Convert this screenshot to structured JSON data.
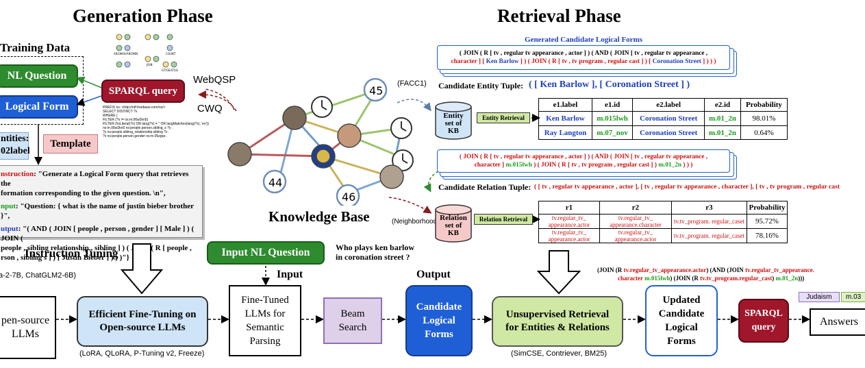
{
  "generation": {
    "title": "Generation Phase",
    "training_data": "Training Data",
    "nl_question": "NL Question",
    "logical_form": "Logical Form",
    "sparql_query": "SPARQL query",
    "entities_label": "ntities:",
    "entities_sub": "02label",
    "template": "Template",
    "webqsp": "WebQSP",
    "cwq": "CWQ",
    "sparql_code": [
      "PREFIX ns: <http://rdf.freebase.com/ns/>",
      "SELECT DISTINCT ?x",
      "WHERE {",
      "FILTER (?x != ns:m.06w2kn5)",
      "FILTER (!isLiteral(?x) OR lang(?x) = '' OR langMatches(lang(?x), 'en'))",
      "ns:m.06w2kn5 ns:people.person.sibling_s ?y .",
      "?y ns:people.sibling_relationship.sibling ?x .",
      "?x ns:people.person.gender ns:m.05zppz ."
    ],
    "tree_labels": [
      "ARGMAX/ARGMIN",
      "COUNT",
      "JOIN",
      "GT/GE/LT/LE"
    ],
    "instruction": {
      "key1": "nstruction",
      "val1": ": \"Generate a Logical Form query that retrieves the",
      "val1b": "formation corresponding to the given question. \\n\",",
      "key2": "nput",
      "val2": ": \"Question: { what is the name of justin bieber brother }\",",
      "key3": "utput",
      "val3": ": \"( AND ( JOIN [ people , person , gender ] [ Male ] ) ( JOIN (",
      "val3b": "people , sibling relationship , sibling ] ) ( JOIN ( R [ people ,",
      "val3c": "rson , sibling s ] ) [ Justin Bieber ] ) ) )\"}"
    },
    "instruction_tuning": "Instruction Tuning",
    "models": "a-2-7B, ChatGLM2-6B)",
    "input_nl_question": "Input NL Question",
    "question_text_1": "Who plays ken barlow",
    "question_text_2": "in coronation street ?",
    "input_label": "Input",
    "output_label": "Output"
  },
  "kb": {
    "title": "Knowledge Base",
    "facc1": "(FACC1)",
    "neighborhood": "(Neighborhood)",
    "node_numbers": [
      "45",
      "44",
      "46"
    ]
  },
  "retrieval": {
    "title": "Retrieval Phase",
    "generated_title": "Generated Candidate Logical Forms",
    "lf1_line1": "( JOIN ( R [ tv , regular tv appearance , actor ] ) ( AND ( JOIN [ tv , regular tv appearance ,",
    "lf1_line2a": "character ] [ ",
    "lf1_line2b": "Ken Barlow",
    "lf1_line2c": " ] ) ( JOIN ( R [ tv , tv program , regular cast ] ) [ ",
    "lf1_line2d": "Coronation Street",
    "lf1_line2e": " ] ) ) )",
    "entity_tuple_label": "Candidate Entity Tuple:",
    "entity_tuple_value": "( [ Ken Barlow ], [ Coronation Street ] )",
    "entity_set": [
      "Entity",
      "set of",
      "KB"
    ],
    "entity_retrieval": "Entity Retrieval",
    "entity_table": {
      "headers": [
        "e1.label",
        "e1.id",
        "e2.label",
        "e2.id",
        "Probability"
      ],
      "rows": [
        [
          "Ken Barlow",
          "m.015lwh",
          "Coronation Street",
          "m.01_2n",
          "98.01%"
        ],
        [
          "Ray Langton",
          "m.07_nov",
          "Coronation Street",
          "m.01_2n",
          "0.64%"
        ]
      ]
    },
    "lf2_line1": "( JOIN ( R [ tv , regular tv appearance , actor ] ) ( AND ( JOIN [ tv , regular tv appearance ,",
    "lf2_line2a": "character ] ",
    "lf2_line2b": "m.015lwh",
    "lf2_line2c": " ) ( JOIN ( R [ tv , tv program , regular cast ] ) ",
    "lf2_line2d": "m.01_2n",
    "lf2_line2e": " ) ) )",
    "relation_tuple_label": "Candidate Relation Tuple:",
    "relation_tuple_value": "( [ tv , regular tv appearance , actor ], [ tv , regular tv appearance , character ], [ tv , tv program , regular cast",
    "relation_set": [
      "Relation",
      "set of",
      "KB"
    ],
    "relation_retrieval": "Relation Retrieval",
    "relation_table": {
      "headers": [
        "r1",
        "r2",
        "r3",
        "Probability"
      ],
      "rows": [
        [
          "tv.regular_tv_ appearance.actor",
          "tv.regular_tv_ appearance.character",
          "tv.tv_program. regular_caset",
          "95.72%"
        ],
        [
          "tv.regular_tv_ appearance.actor",
          "tv.regular_tv_ appearance.actor",
          "tv.tv_program. regular_caset",
          "78.16%"
        ]
      ]
    },
    "final_lf_1a": "(JOIN (R ",
    "final_lf_1b": "tv.regular_tv_appearance.actor",
    "final_lf_1c": ") (AND (JOIN ",
    "final_lf_1d": "tv.regular_tv_appearance.",
    "final_lf_2a": "character",
    "final_lf_2b": " m.015lwh",
    "final_lf_2c": ") (JOIN (R ",
    "final_lf_2d": "tv.tv_program.regular_cast",
    "final_lf_2e": ") ",
    "final_lf_2f": "m.01_2n",
    "final_lf_2g": ")))",
    "answer_tags": [
      "Judaism",
      "m.03"
    ]
  },
  "pipeline": {
    "open_source": [
      "pen-source",
      "LLMs"
    ],
    "efficient": [
      "Efficient Fine-Tuning on",
      "Open-source LLMs"
    ],
    "efficient_sub": "(LoRA, QLoRA, P-Tuning v2, Freeze)",
    "finetuned": [
      "Fine-Tuned",
      "LLMs for",
      "Semantic",
      "Parsing"
    ],
    "beam": [
      "Beam",
      "Search"
    ],
    "candidate": [
      "Candidate",
      "Logical",
      "Forms"
    ],
    "unsupervised": [
      "Unsupervised Retrieval",
      "for Entities & Relations"
    ],
    "unsupervised_sub": "(SimCSE, Contriever, BM25)",
    "updated": [
      "Updated",
      "Candidate",
      "Logical",
      "Forms"
    ],
    "sparql": [
      "SPARQL",
      "query"
    ],
    "answers": "Answers"
  },
  "colors": {
    "green": "#2e8b2e",
    "blue": "#1f5fd6",
    "darkred": "#a0162b",
    "lightblue": "#cfe4f7",
    "lightgreen": "#cfe8a3",
    "lavender": "#ddd0e8",
    "pink": "#f6c9c9"
  }
}
